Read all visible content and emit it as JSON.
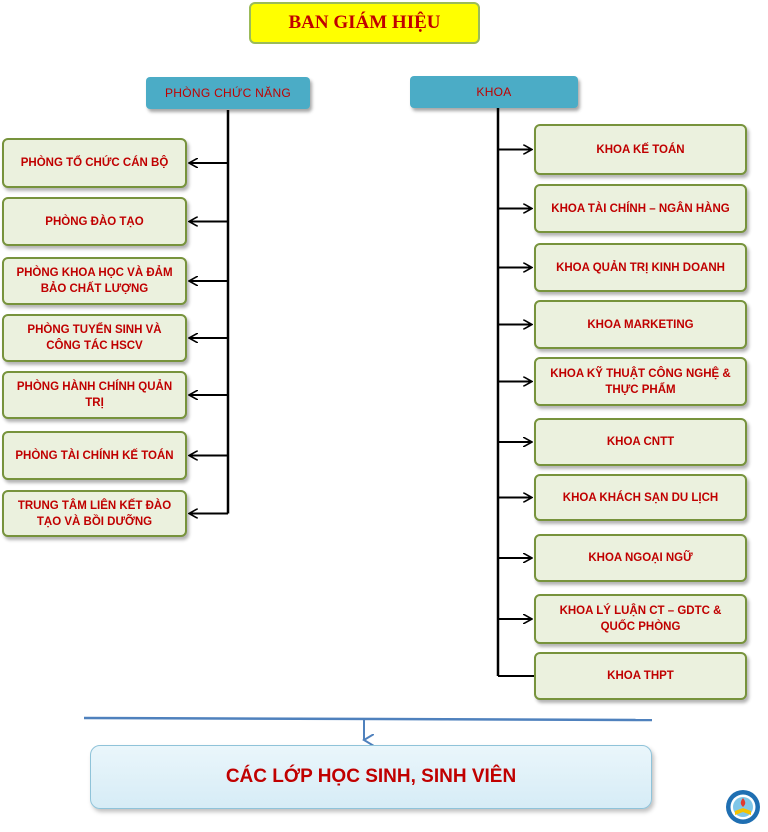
{
  "top": {
    "title": "BAN GIÁM HIỆU"
  },
  "left_header": "PHÒNG CHỨC NĂNG",
  "right_header": "KHOA",
  "left_units": [
    "PHÒNG TỔ CHỨC CÁN BỘ",
    "PHÒNG ĐÀO TẠO",
    "PHÒNG KHOA HỌC VÀ ĐẢM BẢO CHẤT LƯỢNG",
    "PHÒNG TUYỂN SINH VÀ CÔNG TÁC HSCV",
    "PHÒNG HÀNH CHÍNH QUẢN TRỊ",
    "PHÒNG TÀI CHÍNH KẾ TOÁN",
    "TRUNG TÂM LIÊN KẾT ĐÀO TẠO VÀ BỒI DƯỠNG"
  ],
  "right_units": [
    "KHOA KẾ TOÁN",
    "KHOA TÀI CHÍNH – NGÂN HÀNG",
    "KHOA QUẢN TRỊ KINH DOANH",
    "KHOA MARKETING",
    "KHOA KỸ THUẬT CÔNG NGHỆ & THỰC PHẨM",
    "KHOA CNTT",
    "KHOA KHÁCH SẠN DU LỊCH",
    "KHOA NGOẠI NGỮ",
    "KHOA LÝ LUẬN CT – GDTC & QUỐC PHÒNG",
    "KHOA THPT"
  ],
  "bottom": {
    "title": "CÁC LỚP HỌC SINH, SINH VIÊN"
  },
  "colors": {
    "text": "#c00000",
    "box_fill": "#ebf1de",
    "box_border": "#77933c",
    "header_fill": "#4bacc6",
    "top_fill": "#ffff00",
    "bottom_line": "#4f81bd"
  },
  "icons": {
    "logo": "school-emblem-icon"
  }
}
